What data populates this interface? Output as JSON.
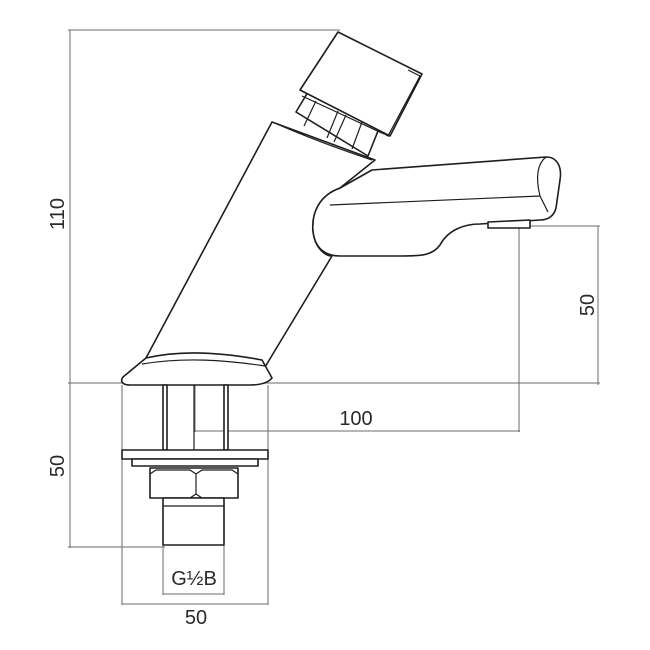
{
  "dimensions": {
    "overall_height": "110",
    "spout_height": "50",
    "spout_reach": "100",
    "shank_length": "50",
    "base_width": "50",
    "thread": "G½B"
  },
  "colors": {
    "outline": "#1e1e1e",
    "dimension_line": "#6b6b6b",
    "text": "#2a2a2a"
  }
}
